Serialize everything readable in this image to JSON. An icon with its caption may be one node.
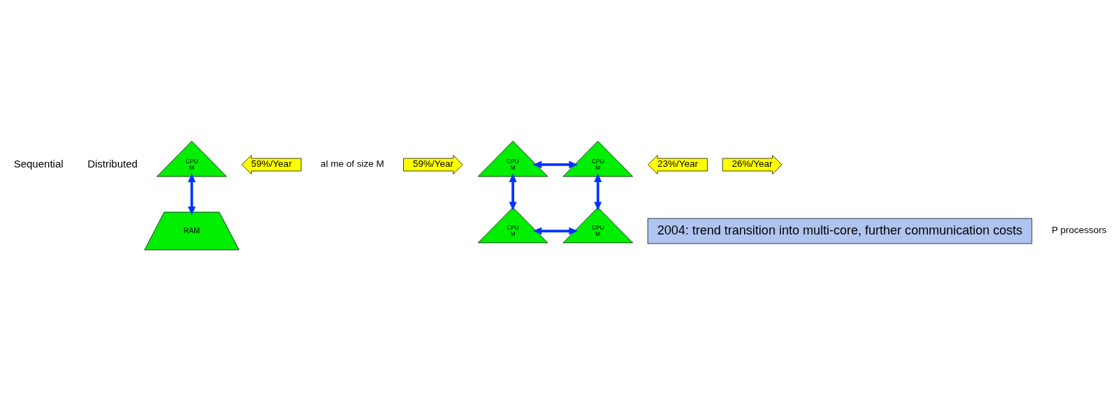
{
  "diagram": {
    "nodes": [
      {
        "text": [
          "CPU",
          "M"
        ]
      },
      {
        "text": [
          "RAM"
        ]
      },
      {
        "text": [
          "59%/Year"
        ]
      },
      {
        "text": [
          "23%/Year"
        ]
      },
      {
        "text": [
          "59%/Year"
        ]
      },
      {
        "text": [
          "26%/Year"
        ]
      },
      {
        "text": [
          "CPU",
          "M"
        ]
      },
      {
        "text": [
          "CPU",
          "M"
        ]
      },
      {
        "text": [
          "CPU",
          "M"
        ]
      },
      {
        "text": [
          "CPU",
          "M"
        ]
      },
      {
        "text": [
          "2004: trend transition into multi-core, further communication costs"
        ]
      }
    ],
    "edges": [
      {
        "from": 0,
        "to": 1,
        "arrow": "both"
      },
      {
        "from": 6,
        "to": 7,
        "arrow": "both"
      },
      {
        "from": 6,
        "to": 8,
        "arrow": "both"
      },
      {
        "from": 7,
        "to": 9,
        "arrow": "both"
      },
      {
        "from": 8,
        "to": 9,
        "arrow": "both"
      }
    ],
    "labels": [
      "Sequential",
      "Distributed",
      "al me of size M",
      "P processors"
    ]
  }
}
